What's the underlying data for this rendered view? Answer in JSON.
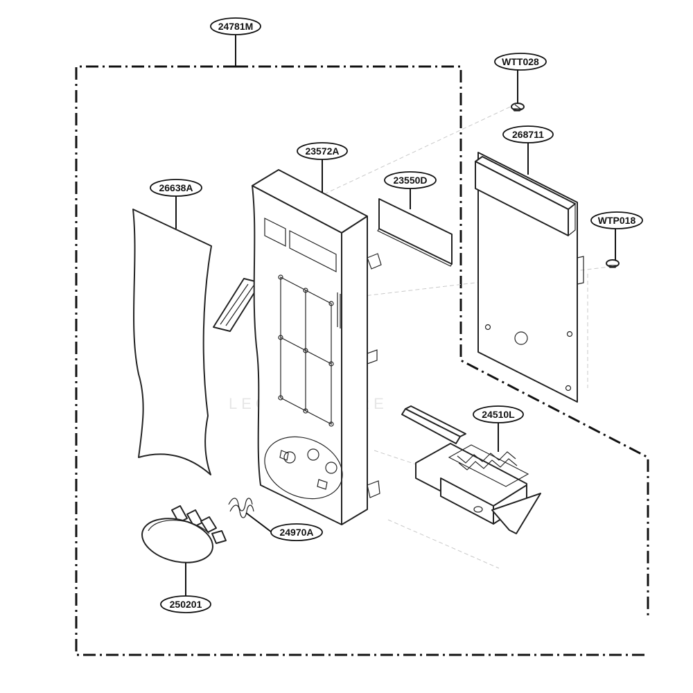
{
  "diagram": {
    "callouts": {
      "assembly": "24781M",
      "screw_top": "WTT028",
      "pcb": "268711",
      "panel_frame": "23572A",
      "window": "23550D",
      "membrane": "26638A",
      "screw_right": "WTP018",
      "latch_lever": "24510L",
      "spring": "24970A",
      "button": "250201"
    },
    "watermark": "LEGEVENTURE"
  }
}
